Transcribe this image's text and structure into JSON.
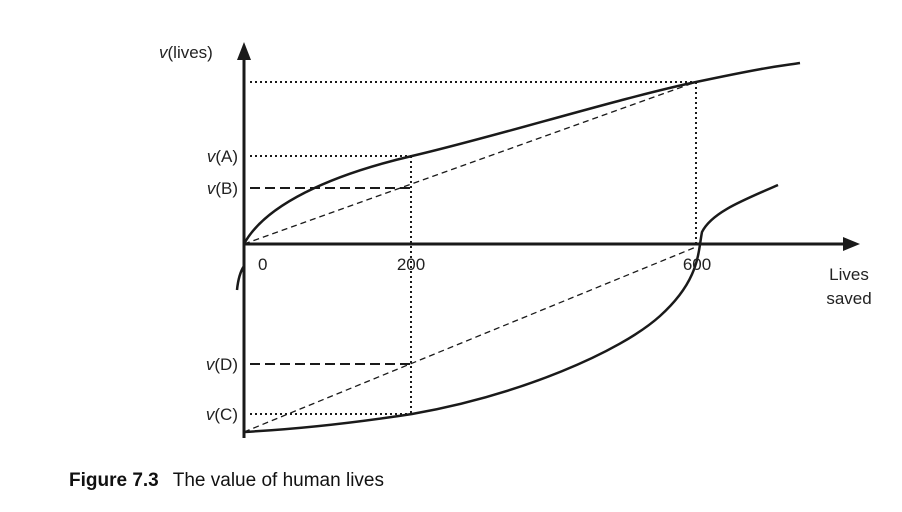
{
  "figure": {
    "y_axis_label_v": "v",
    "y_axis_label_rest": "(lives)",
    "x_axis_label_line1": "Lives",
    "x_axis_label_line2": "saved",
    "x_ticks": [
      "0",
      "200",
      "600"
    ],
    "value_labels": {
      "A": {
        "v": "v",
        "rest": "(A)"
      },
      "B": {
        "v": "v",
        "rest": "(B)"
      },
      "D": {
        "v": "v",
        "rest": "(D)"
      },
      "C": {
        "v": "v",
        "rest": "(C)"
      }
    },
    "line_color": "#1a1a1a"
  },
  "caption": {
    "number": "Figure 7.3",
    "text": "The value of human lives"
  }
}
